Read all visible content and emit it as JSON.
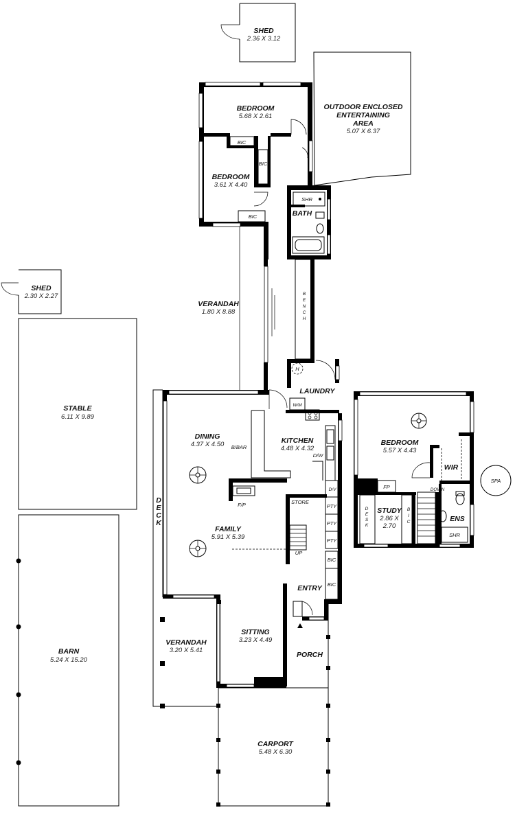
{
  "rooms": {
    "shed_top": {
      "name": "SHED",
      "dim": "2.36 X 3.12"
    },
    "shed_left": {
      "name": "SHED",
      "dim": "2.30 X 2.27"
    },
    "outdoor": {
      "line1": "OUTDOOR ENCLOSED",
      "line2": "ENTERTAINING",
      "line3": "AREA",
      "dim": "5.07 X 6.37"
    },
    "bedroom1": {
      "name": "BEDROOM",
      "dim": "5.68 X 2.61"
    },
    "bedroom2": {
      "name": "BEDROOM",
      "dim": "3.61 X 4.40"
    },
    "verandah_long": {
      "name": "VERANDAH",
      "dim": "1.80 X 8.88"
    },
    "stable": {
      "name": "STABLE",
      "dim": "6.11 X 9.89"
    },
    "barn": {
      "name": "BARN",
      "dim": "5.24 X 15.20"
    },
    "dining": {
      "name": "DINING",
      "dim": "4.37 X 4.50"
    },
    "kitchen": {
      "name": "KITCHEN",
      "dim": "4.48 X 4.32"
    },
    "family": {
      "name": "FAMILY",
      "dim": "5.91 X 5.39"
    },
    "bedroom3": {
      "name": "BEDROOM",
      "dim": "5.57 X 4.43"
    },
    "study": {
      "name": "STUDY",
      "dim1": "2.86 X",
      "dim2": "2.70"
    },
    "verandah_small": {
      "name": "VERANDAH",
      "dim": "3.20 X 5.41"
    },
    "sitting": {
      "name": "SITTING",
      "dim": "3.23 X 4.49"
    },
    "carport": {
      "name": "CARPORT",
      "dim": "5.48 X 6.30"
    }
  },
  "labels": {
    "bath": "BATH",
    "laundry": "LAUNDRY",
    "entry": "ENTRY",
    "porch": "PORCH",
    "store": "STORE",
    "wir": "WIR",
    "ens": "ENS",
    "deck": "D E C K",
    "bench": "B E N C H",
    "desk": "D E S K",
    "bic_vert": "B I C",
    "spa": "SPA",
    "shr_bath": "SHR",
    "shr_ens": "SHR",
    "bic_bed1": "BIC",
    "bic_bed2_side": "BIC",
    "bic_bed2": "BIC",
    "fp_bed": "FP",
    "fp_family": "F/P",
    "bbar": "B/BAR",
    "dw": "D/W",
    "dv": "D/V",
    "pty1": "PTY",
    "pty2": "PTY",
    "pty3": "PTY",
    "bic_entry1": "BIC",
    "bic_entry2": "BIC",
    "wm": "W/M",
    "up": "UP",
    "down": "DOWN",
    "h": "H"
  }
}
